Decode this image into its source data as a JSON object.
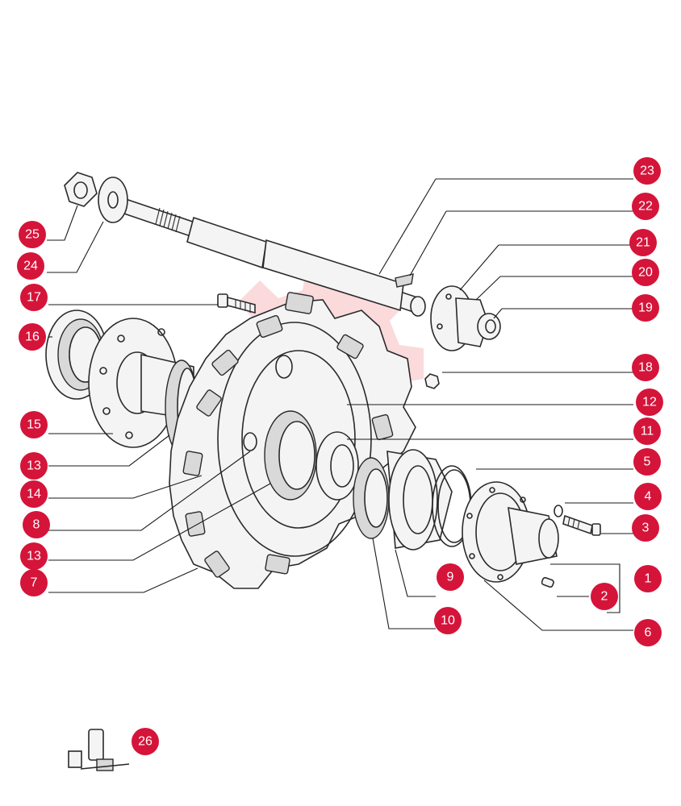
{
  "colors": {
    "callout": "#d5143a",
    "callout_text": "#ffffff",
    "line_art": "#2a2a2a",
    "watermark": "#e8323c"
  },
  "callouts": [
    {
      "id": "c1",
      "label": "1"
    },
    {
      "id": "c2",
      "label": "2"
    },
    {
      "id": "c3",
      "label": "3"
    },
    {
      "id": "c4",
      "label": "4"
    },
    {
      "id": "c5",
      "label": "5"
    },
    {
      "id": "c6",
      "label": "6"
    },
    {
      "id": "c7",
      "label": "7"
    },
    {
      "id": "c8",
      "label": "8"
    },
    {
      "id": "c9",
      "label": "9"
    },
    {
      "id": "c10",
      "label": "10"
    },
    {
      "id": "c11",
      "label": "11"
    },
    {
      "id": "c12",
      "label": "12"
    },
    {
      "id": "c13a",
      "label": "13"
    },
    {
      "id": "c13b",
      "label": "13"
    },
    {
      "id": "c14",
      "label": "14"
    },
    {
      "id": "c15",
      "label": "15"
    },
    {
      "id": "c16",
      "label": "16"
    },
    {
      "id": "c17",
      "label": "17"
    },
    {
      "id": "c18",
      "label": "18"
    },
    {
      "id": "c19",
      "label": "19"
    },
    {
      "id": "c20",
      "label": "20"
    },
    {
      "id": "c21",
      "label": "21"
    },
    {
      "id": "c22",
      "label": "22"
    },
    {
      "id": "c23",
      "label": "23"
    },
    {
      "id": "c24",
      "label": "24"
    },
    {
      "id": "c25",
      "label": "25"
    },
    {
      "id": "c26",
      "label": "26"
    }
  ]
}
